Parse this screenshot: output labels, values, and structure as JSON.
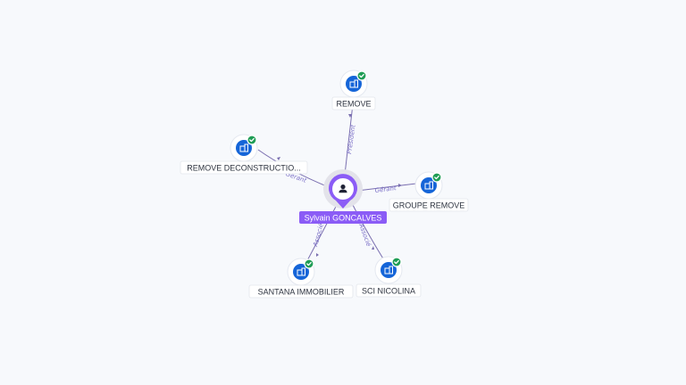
{
  "center": {
    "name": "Sylvain GONCALVES",
    "icon": "person-icon"
  },
  "companies": [
    {
      "name": "REMOVE",
      "relation": "Président",
      "icon": "building-icon",
      "status": "check-icon"
    },
    {
      "name": "REMOVE DECONSTRUCTIO...",
      "relation": "Gérant",
      "icon": "building-icon",
      "status": "check-icon"
    },
    {
      "name": "GROUPE REMOVE",
      "relation": "Gérant",
      "icon": "building-icon",
      "status": "check-icon"
    },
    {
      "name": "SANTANA IMMOBILIER",
      "relation": "Associé",
      "icon": "building-icon",
      "status": "check-icon"
    },
    {
      "name": "SCI NICOLINA",
      "relation": "Associé",
      "icon": "building-icon",
      "status": "check-icon"
    }
  ],
  "colors": {
    "accent": "#8b5cf6",
    "node": "#1565d8",
    "active": "#1f9d55",
    "edge": "#7a6fb0"
  }
}
